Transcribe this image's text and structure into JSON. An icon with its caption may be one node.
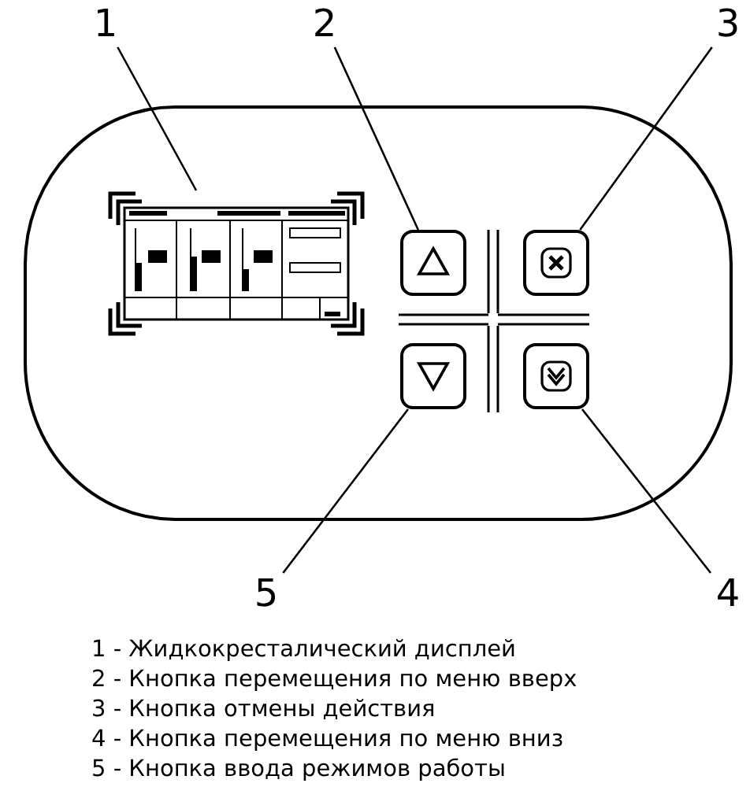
{
  "diagram": {
    "nodes": [
      {
        "text": [
          "1"
        ]
      },
      {
        "text": [
          "2"
        ]
      },
      {
        "text": [
          "3"
        ]
      },
      {
        "text": [
          "5"
        ]
      },
      {
        "text": [
          "4"
        ]
      },
      {
        "text": [],
        "shape": "box"
      },
      {
        "text": [],
        "shape": "box"
      },
      {
        "text": [],
        "shape": "box"
      },
      {
        "text": [],
        "shape": "box"
      },
      {
        "text": [],
        "shape": "box"
      }
    ],
    "edges": [
      {
        "from": 0,
        "to": 5,
        "arrow": "none"
      },
      {
        "from": 1,
        "to": 6,
        "arrow": "none"
      },
      {
        "from": 2,
        "to": 7,
        "arrow": "none"
      },
      {
        "from": 3,
        "to": 8,
        "arrow": "none"
      },
      {
        "from": 4,
        "to": 9,
        "arrow": "none"
      }
    ],
    "labels": [
      "1 - Жидкокресталический дисплей",
      "2 - Кнопка перемещения по меню вверх",
      "3 - Кнопка отмены действия",
      "4 - Кнопка перемещения по меню вниз",
      "5 - Кнопка ввода режимов работы"
    ]
  }
}
